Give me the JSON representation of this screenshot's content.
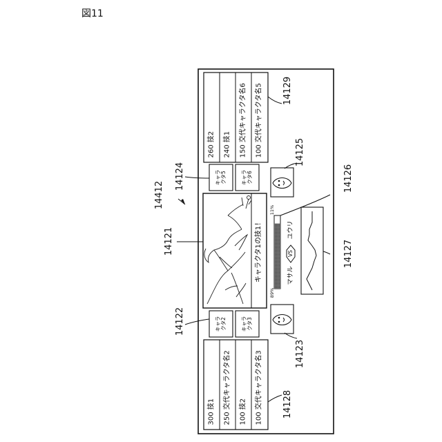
{
  "figure": {
    "title": "図11",
    "ref_main": "14412"
  },
  "refs": {
    "main_window": "14121",
    "left_sub_boxes": "14122",
    "right_sub_boxes": "14124",
    "left_avatar": "14123",
    "right_avatar": "14125",
    "gauge": "14126",
    "graph": "14127",
    "left_list": "14128",
    "right_list": "14129"
  },
  "left_list": [
    {
      "value": "300",
      "text": "技1"
    },
    {
      "value": "250",
      "text": "交代キャラクタ名2"
    },
    {
      "value": "100",
      "text": "技2"
    },
    {
      "value": "100",
      "text": "交代キャラクタ名3"
    }
  ],
  "right_list": [
    {
      "value": "260",
      "text": "技2"
    },
    {
      "value": "240",
      "text": "技1"
    },
    {
      "value": "150",
      "text": "交代キャラクタ名6"
    },
    {
      "value": "100",
      "text": "交代キャラクタ名5"
    }
  ],
  "left_chars": [
    {
      "line1": "キャラ",
      "line2": "クタ2"
    },
    {
      "line1": "キャラ",
      "line2": "クタ3"
    }
  ],
  "right_chars": [
    {
      "line1": "キャラ",
      "line2": "クタ5"
    },
    {
      "line1": "キャラ",
      "line2": "クタ6"
    }
  ],
  "main_caption": "キャラクタ1の技1！",
  "vs": {
    "left_name": "マサル",
    "vs_label": "VS",
    "right_name": "ユウリ"
  },
  "gauge": {
    "left_percent": "89%",
    "right_percent": "11%",
    "left_value": 0.89
  }
}
